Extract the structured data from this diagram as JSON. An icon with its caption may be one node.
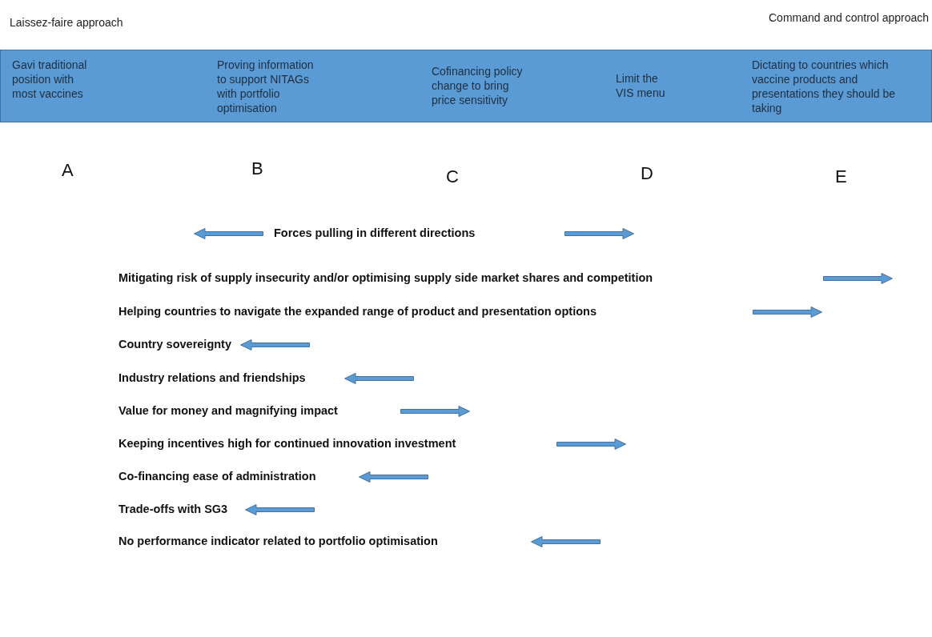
{
  "diagram": {
    "nodes": [
      {
        "text": [],
        "shape": "bar"
      },
      {
        "text": [
          "Gavi traditional position with most vaccines"
        ],
        "in": 0
      },
      {
        "text": [
          "Proving information to support NITAGs with portfolio optimisation"
        ],
        "in": 0
      },
      {
        "text": [
          "Cofinancing policy change to bring price sensitivity"
        ],
        "in": 0
      },
      {
        "text": [
          "Limit the VIS menu"
        ],
        "in": 0
      },
      {
        "text": [
          "Dictating to countries which vaccine products and presentations they should be taking"
        ],
        "in": 0
      }
    ],
    "edges": [],
    "labels": [
      "Laissez-faire approach",
      "Command and control approach",
      "A",
      "B",
      "C",
      "D",
      "E",
      "Forces pulling in different directions",
      "Mitigating risk of supply insecurity and/or optimising supply side market shares and competition",
      "Helping countries to navigate the expanded range of product and presentation options",
      "Country sovereignty",
      "Industry relations and friendships",
      "Value for money and magnifying impact",
      "Keeping incentives high for continued innovation investment",
      "Co-financing ease of administration",
      "Trade-offs with SG3",
      "No performance indicator related to portfolio optimisation"
    ]
  }
}
